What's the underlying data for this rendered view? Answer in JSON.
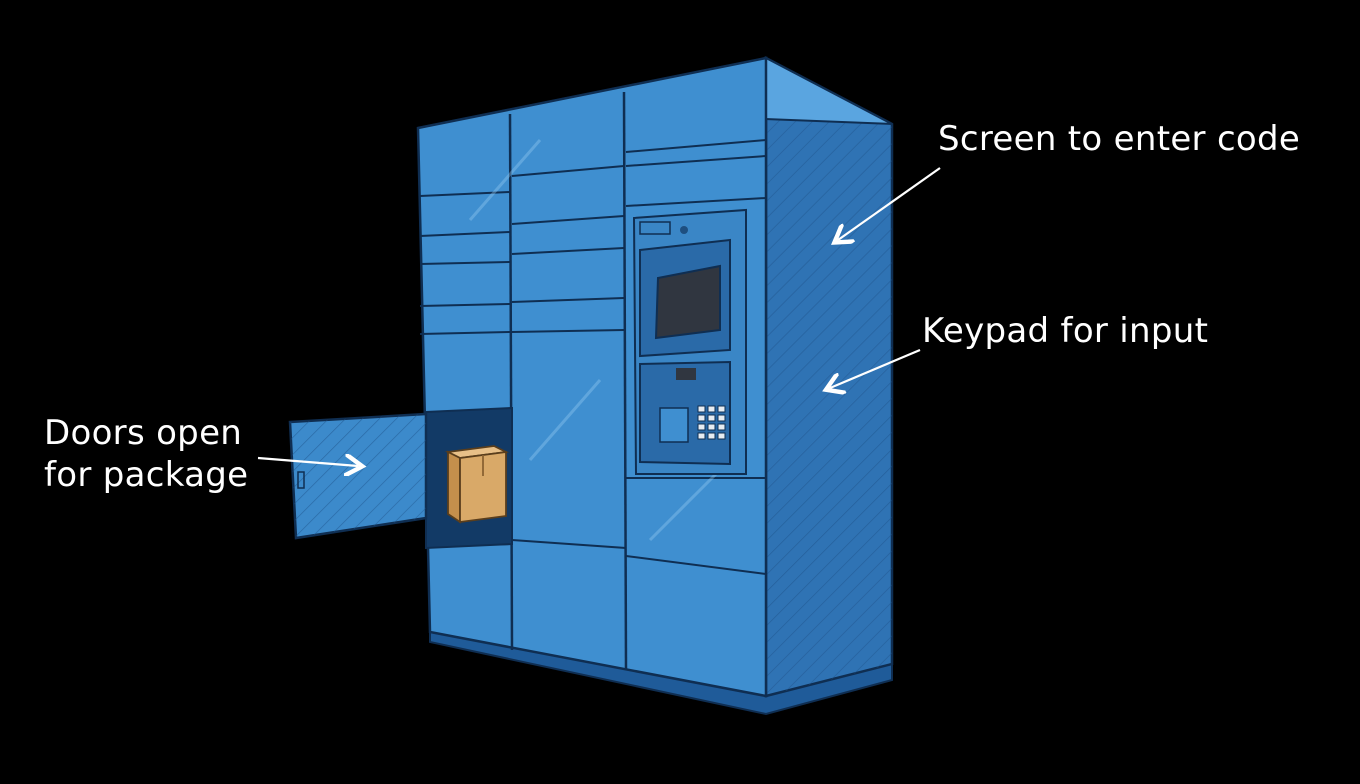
{
  "annotations": {
    "screen": "Screen to enter code",
    "keypad": "Keypad for input",
    "doors_line1": "Doors open",
    "doors_line2": "for package"
  },
  "colors": {
    "background": "#000000",
    "locker_front": "#3f8fd0",
    "locker_side": "#2f73b4",
    "locker_top": "#5aa5e0",
    "outline": "#0f2e52",
    "package": "#d9a968",
    "screen": "#303640",
    "annotation_text": "#ffffff"
  }
}
